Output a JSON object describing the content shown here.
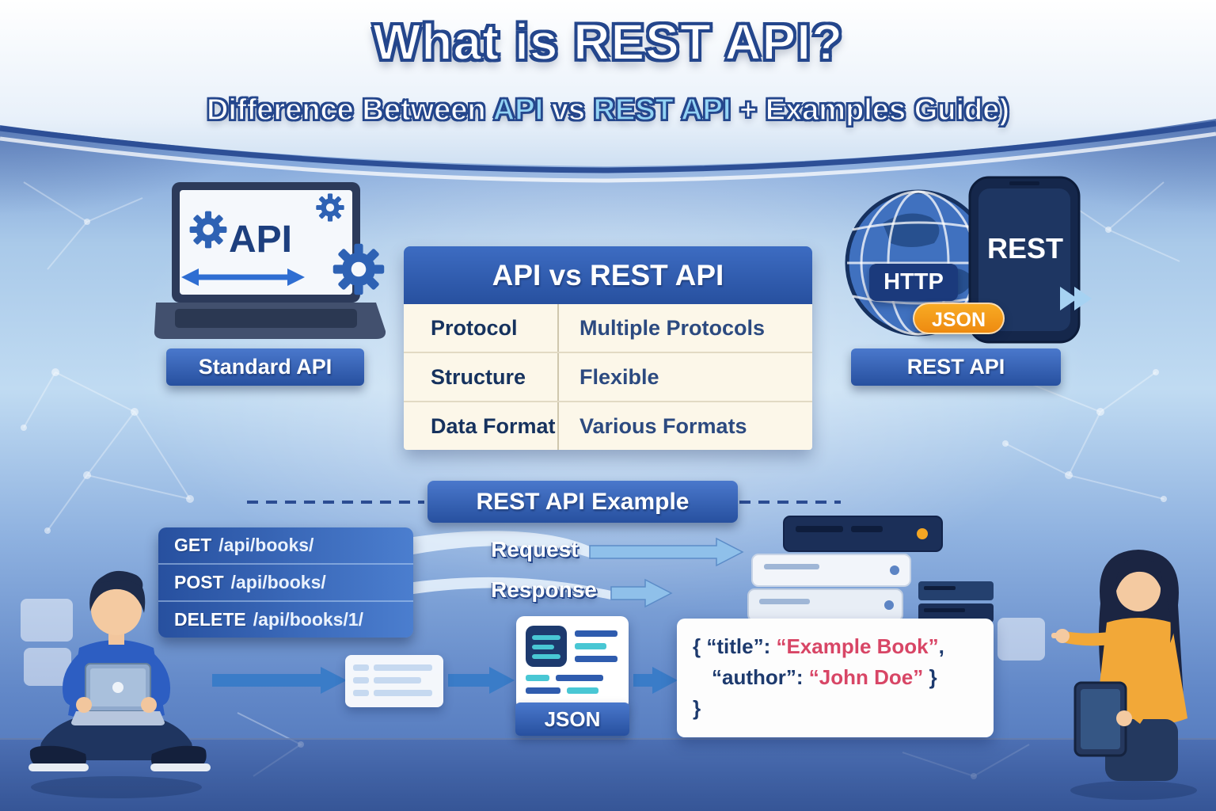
{
  "header": {
    "title": "What is REST API?",
    "subtitle": {
      "prefix": "Difference Between ",
      "api": "API",
      "vs": " vs ",
      "rest_api": "REST API",
      "suffix": " + Examples Guide)"
    }
  },
  "standard_api": {
    "screen_label": "API",
    "caption": "Standard API"
  },
  "comparison_table": {
    "title": "API vs REST API",
    "rows": [
      {
        "label": "Protocol",
        "value": "Multiple Protocols"
      },
      {
        "label": "Structure",
        "value": "Flexible"
      },
      {
        "label": "Data Format",
        "value": "Various Formats"
      }
    ]
  },
  "rest_api": {
    "phone_label": "REST",
    "http_badge": "HTTP",
    "json_badge": "JSON",
    "caption": "REST API"
  },
  "example": {
    "banner": "REST API Example",
    "endpoints": [
      {
        "method": "GET",
        "path": "/api/books/"
      },
      {
        "method": "POST",
        "path": "/api/books/"
      },
      {
        "method": "DELETE",
        "path": "/api/books/1/"
      }
    ],
    "request_label": "Request",
    "response_label": "Response",
    "json_label": "JSON",
    "code": {
      "open": "{ ",
      "key_title": "“title”",
      "colon": ": ",
      "value_title": "“Example Book”",
      "comma": ",",
      "key_author": "“author”",
      "value_author": "“John Doe”",
      "close": " }",
      "final": "}"
    }
  },
  "colors": {
    "accent_blue": "#27509f",
    "highlight_blue": "#93d3f4",
    "badge_orange": "#f5a21e",
    "value_red": "#d84666",
    "table_cream": "#fcf7e9"
  }
}
